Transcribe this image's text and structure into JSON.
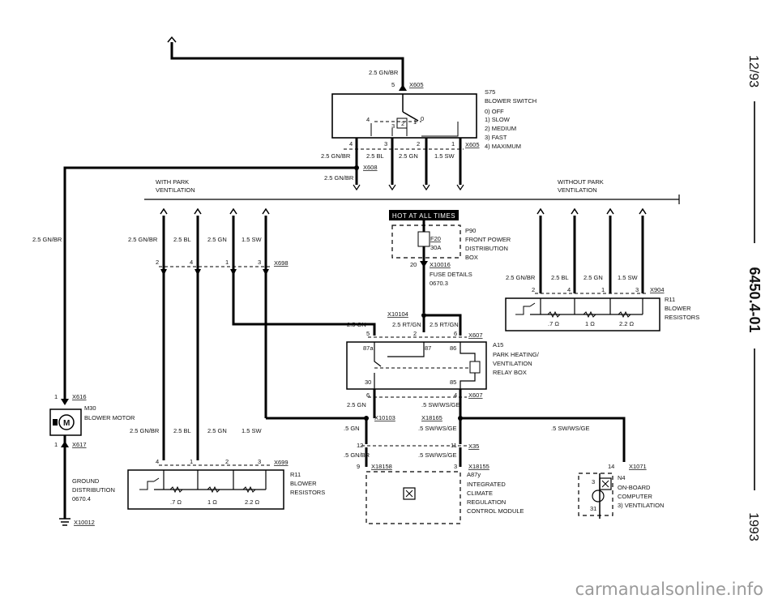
{
  "sheet": {
    "date": "12/93",
    "page_id": "6450.4-01",
    "year": "1993"
  },
  "watermark": "carmanualsonline.info",
  "sections": {
    "with_park_1": "WITH PARK",
    "with_park_2": "VENTILATION",
    "without_park_1": "WITHOUT PARK",
    "without_park_2": "VENTILATION"
  },
  "s75": {
    "top_wire": "2.5 GN/BR",
    "top_pin": "5",
    "top_conn": "X605",
    "ref": "S75",
    "name": "BLOWER SWITCH",
    "positions": [
      "0)  OFF",
      "1)  SLOW",
      "2)  MEDIUM",
      "3)  FAST",
      "4)  MAXIMUM"
    ],
    "pins": [
      "4",
      "3",
      "2",
      "1"
    ],
    "bottom_conn": "X605",
    "wires": [
      "2.5 GN/BR",
      "2.5 BL",
      "2.5 GN",
      "1.5 SW"
    ],
    "sw_labels": [
      "4",
      "3",
      "2",
      "1",
      "0"
    ],
    "splice": "X608",
    "splice_wire": "2.5 GN/BR"
  },
  "left": {
    "wire": "2.5 GN/BR",
    "motor": {
      "pin_top": "1",
      "conn_top": "X616",
      "ref": "M30",
      "name": "BLOWER MOTOR",
      "pin_bottom": "1",
      "conn_bottom": "X617"
    },
    "ground": {
      "line1": "GROUND",
      "line2": "DISTRIBUTION",
      "line3": "0670.4",
      "conn": "X10012"
    }
  },
  "upper_left": {
    "wires": [
      "2.5 GN/BR",
      "2.5 BL",
      "2.5 GN",
      "1.5 SW"
    ],
    "pins": [
      "2",
      "4",
      "1",
      "3"
    ],
    "conn": "X698"
  },
  "lower_left": {
    "wires": [
      "2.5 GN/BR",
      "2.5 BL",
      "2.5 GN",
      "1.5 SW"
    ],
    "pins": [
      "4",
      "1",
      "2",
      "3"
    ],
    "conn": "X699",
    "r11_ref": "R11",
    "r11_l1": "BLOWER",
    "r11_l2": "RESISTORS",
    "ohms": [
      ".7 Ω",
      "1 Ω",
      "2.2 Ω"
    ]
  },
  "fuse": {
    "hot": "HOT AT ALL TIMES",
    "fuse_id": "F20",
    "amps": "30A",
    "ref": "P90",
    "l1": "FRONT POWER",
    "l2": "DISTRIBUTION",
    "l3": "BOX",
    "pin": "20",
    "conn": "X10016",
    "d1": "FUSE DETAILS",
    "d2": "0670.3"
  },
  "relay": {
    "splice": "X10104",
    "w1": "2.5 GN",
    "w2": "2.5 RT/GN",
    "w3": "2.5 RT/GN",
    "p1": "5",
    "p2": "2",
    "p3": "6",
    "conn_top": "X607",
    "t87a": "87a",
    "t87": "87",
    "t86": "86",
    "t30": "30",
    "t85": "85",
    "ref": "A15",
    "l1": "PARK HEATING/",
    "l2": "VENTILATION",
    "l3": "RELAY BOX",
    "bp1": "6",
    "bp2": "4",
    "bconn": "X607",
    "bw1": "2.5 GN",
    "bw2": ".5 SW/WS/GE"
  },
  "lower": {
    "x10103": "X10103",
    "x18165": "X18165",
    "w_5gn": ".5 GN",
    "w_sw1": ".5 SW/WS/GE",
    "w_sw_right": ".5 SW/WS/GE",
    "p12": "12",
    "p11": "11",
    "x35": "X35",
    "w_gnbr": ".5 GN/BR",
    "w_sw2": ".5 SW/WS/GE",
    "p9": "9",
    "x18158": "X18158",
    "p3": "3",
    "x18155": "X18155",
    "a87": "A87y",
    "a_l1": "INTEGRATED",
    "a_l2": "CLIMATE",
    "a_l3": "REGULATION",
    "a_l4": "CONTROL MODULE"
  },
  "n4": {
    "pin": "14",
    "conn": "X1071",
    "ref": "N4",
    "l1": "ON-BOARD",
    "l2": "COMPUTER",
    "l3": "3)  VENTILATION",
    "p3": "3",
    "p31": "31"
  },
  "right": {
    "wires": [
      "2.5 GN/BR",
      "2.5 BL",
      "2.5 GN",
      "1.5 SW"
    ],
    "pins": [
      "2",
      "4",
      "1",
      "3"
    ],
    "conn": "X904",
    "r11_ref": "R11",
    "r11_l1": "BLOWER",
    "r11_l2": "RESISTORS",
    "ohms": [
      ".7 Ω",
      "1 Ω",
      "2.2 Ω"
    ]
  }
}
